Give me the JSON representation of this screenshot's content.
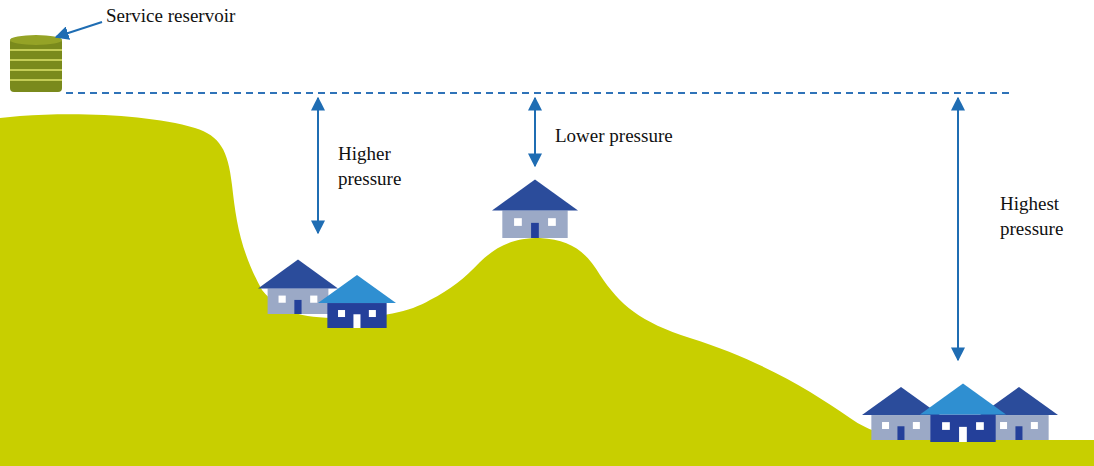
{
  "diagram": {
    "labels": [
      "Service reservoir",
      "Higher pressure",
      "Lower pressure",
      "Highest pressure"
    ]
  }
}
